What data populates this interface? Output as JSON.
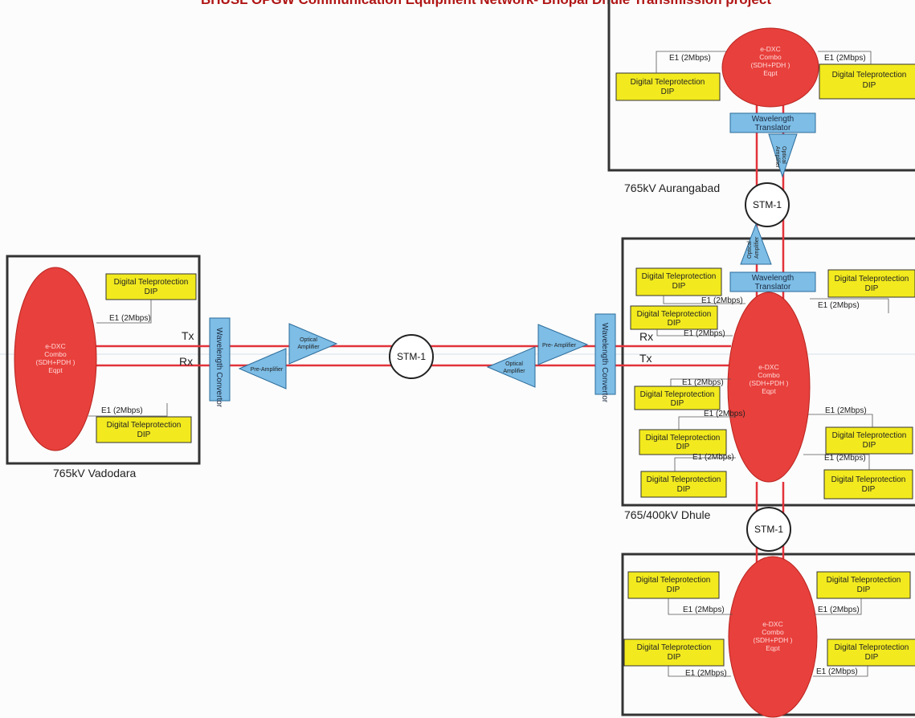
{
  "title": "BHUSL OPGW Communication Equipment Network- Bhopal Dhule Transmission project",
  "equipment": {
    "line1": "e-DXC",
    "line2": "Combo",
    "line3": "(SDH+PDH )",
    "line4": "Eqpt"
  },
  "dtp": {
    "line1": "Digital Teleprotection",
    "line2": "DIP"
  },
  "e1_label": "E1 (2Mbps)",
  "wavelength_convertor": "Wavelength Convertor",
  "wavelength_translator": {
    "line1": "Wavelength",
    "line2": "Translator"
  },
  "optical_amplifier": {
    "line1": "Optical",
    "line2": "Amplifier"
  },
  "pre_amplifier": "Pre-Amplifier",
  "pre_amplifier_right": "Pre- Amplifier",
  "stm1": "STM-1",
  "tx": "Tx",
  "rx": "Rx",
  "stations": {
    "vadodara": "765kV Vadodara",
    "aurangabad": "765kV Aurangabad",
    "dhule": "765/400kV Dhule"
  },
  "colors": {
    "fiber": "#e2333a",
    "equipment": "#e8403c",
    "teleprotection": "#f2ea1e",
    "optical": "#7dbde6",
    "title": "#b01515"
  }
}
